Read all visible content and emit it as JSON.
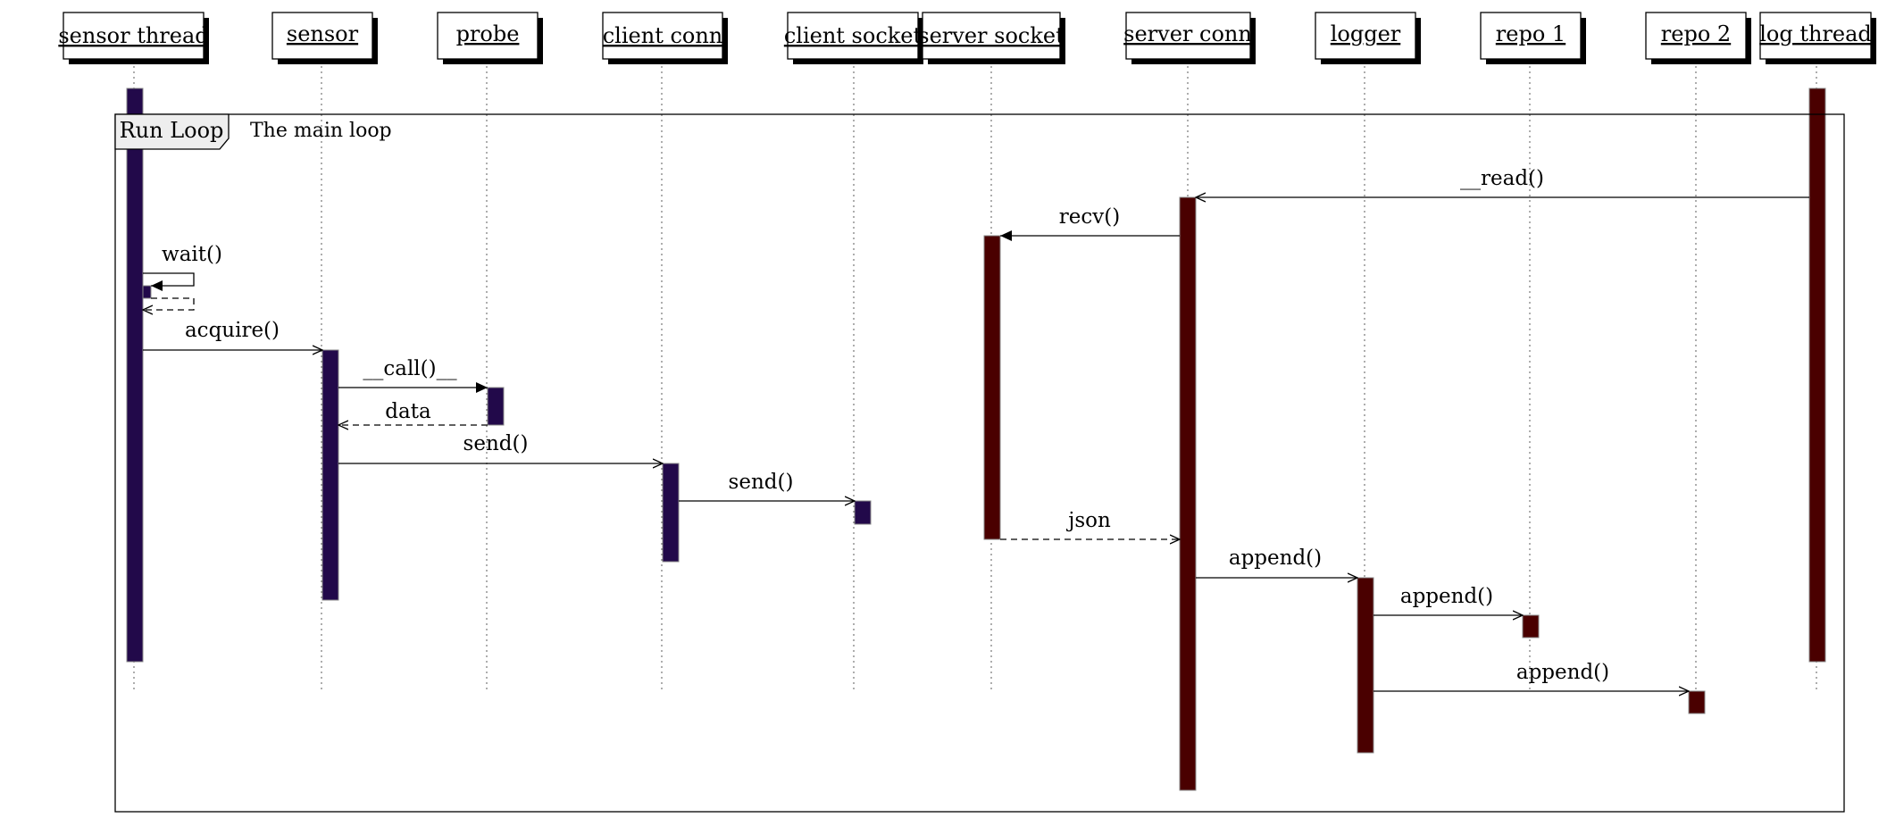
{
  "colors": {
    "sensor_activation": "#22094a",
    "log_activation": "#4a0000",
    "frame_title_bg": "#eeeeee"
  },
  "participants": [
    {
      "id": "sensor_thread",
      "label": "sensor thread"
    },
    {
      "id": "sensor",
      "label": "sensor"
    },
    {
      "id": "probe",
      "label": "probe"
    },
    {
      "id": "client_conn",
      "label": "client conn"
    },
    {
      "id": "client_socket",
      "label": "client socket"
    },
    {
      "id": "server_socket",
      "label": "server socket"
    },
    {
      "id": "server_conn",
      "label": "server conn"
    },
    {
      "id": "logger",
      "label": "logger"
    },
    {
      "id": "repo1",
      "label": "repo 1"
    },
    {
      "id": "repo2",
      "label": "repo 2"
    },
    {
      "id": "log_thread",
      "label": "log thread"
    }
  ],
  "frame": {
    "title": "Run Loop",
    "description": "The main loop"
  },
  "messages": [
    {
      "id": "read",
      "label": "__read()",
      "from": "log_thread",
      "to": "server_conn",
      "style": "solid-open"
    },
    {
      "id": "recv",
      "label": "recv()",
      "from": "server_conn",
      "to": "server_socket",
      "style": "solid-filled"
    },
    {
      "id": "wait",
      "label": "wait()",
      "from": "sensor_thread",
      "to": "sensor_thread",
      "style": "self-call"
    },
    {
      "id": "acquire",
      "label": "acquire()",
      "from": "sensor_thread",
      "to": "sensor",
      "style": "solid-open"
    },
    {
      "id": "call",
      "label": "__call()__",
      "from": "sensor",
      "to": "probe",
      "style": "solid-filled"
    },
    {
      "id": "data",
      "label": "data",
      "from": "probe",
      "to": "sensor",
      "style": "dashed-return"
    },
    {
      "id": "send1",
      "label": "send()",
      "from": "sensor",
      "to": "client_conn",
      "style": "solid-open"
    },
    {
      "id": "send2",
      "label": "send()",
      "from": "client_conn",
      "to": "client_socket",
      "style": "solid-open"
    },
    {
      "id": "json",
      "label": "json",
      "from": "server_socket",
      "to": "server_conn",
      "style": "dashed-return"
    },
    {
      "id": "append1",
      "label": "append()",
      "from": "server_conn",
      "to": "logger",
      "style": "solid-open"
    },
    {
      "id": "append2",
      "label": "append()",
      "from": "logger",
      "to": "repo1",
      "style": "solid-open"
    },
    {
      "id": "append3",
      "label": "append()",
      "from": "logger",
      "to": "repo2",
      "style": "solid-open"
    }
  ]
}
